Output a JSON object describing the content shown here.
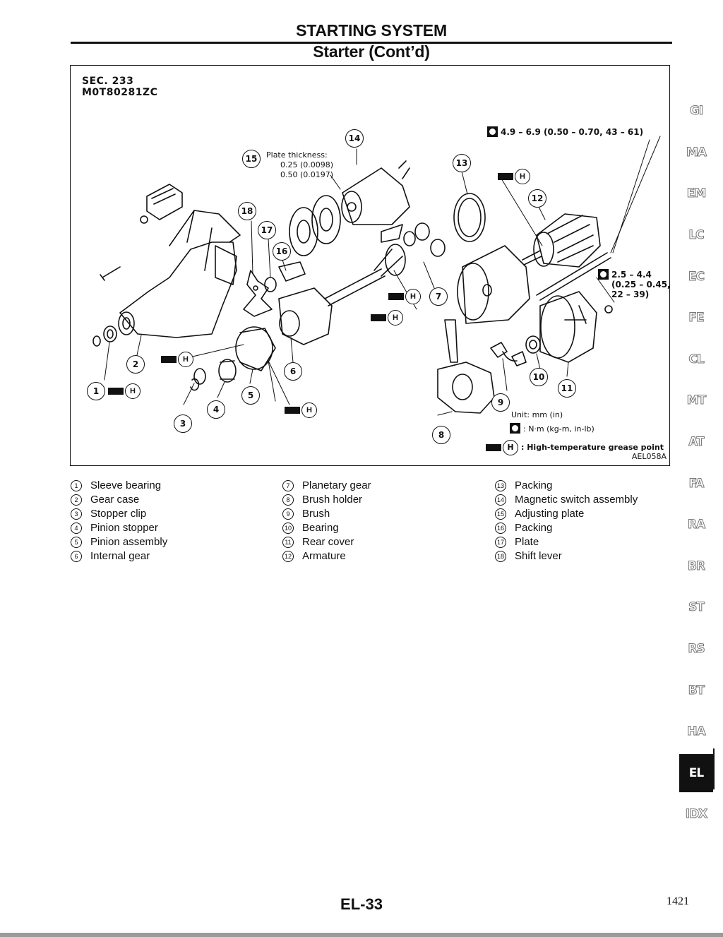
{
  "header": {
    "title": "STARTING SYSTEM",
    "subtitle": "Starter (Cont’d)"
  },
  "figure": {
    "section": "SEC. 233",
    "part_code": "M0T80281ZC",
    "plate_thickness_label": "Plate thickness:",
    "plate_thickness_1": "0.25 (0.0098)",
    "plate_thickness_2": "0.50 (0.0197)",
    "torque_top": "4.9 – 6.9 (0.50 – 0.70, 43 – 61)",
    "torque_side_1": "2.5 – 4.4",
    "torque_side_2": "(0.25 – 0.45,",
    "torque_side_3": "22 – 39)",
    "unit_label": "Unit: mm (in)",
    "torque_unit": ": N·m (kg-m, in-lb)",
    "grease_label": ": High-temperature grease point",
    "figure_code": "AEL058A",
    "grease_mark": "H",
    "callout_numbers": [
      "1",
      "2",
      "3",
      "4",
      "5",
      "6",
      "7",
      "8",
      "9",
      "10",
      "11",
      "12",
      "13",
      "14",
      "15",
      "16",
      "17",
      "18"
    ]
  },
  "legend": {
    "col1": [
      {
        "num": "1",
        "label": "Sleeve bearing"
      },
      {
        "num": "2",
        "label": "Gear case"
      },
      {
        "num": "3",
        "label": "Stopper clip"
      },
      {
        "num": "4",
        "label": "Pinion stopper"
      },
      {
        "num": "5",
        "label": "Pinion assembly"
      },
      {
        "num": "6",
        "label": "Internal gear"
      }
    ],
    "col2": [
      {
        "num": "7",
        "label": "Planetary gear"
      },
      {
        "num": "8",
        "label": "Brush holder"
      },
      {
        "num": "9",
        "label": "Brush"
      },
      {
        "num": "10",
        "label": "Bearing"
      },
      {
        "num": "11",
        "label": "Rear cover"
      },
      {
        "num": "12",
        "label": "Armature"
      }
    ],
    "col3": [
      {
        "num": "13",
        "label": "Packing"
      },
      {
        "num": "14",
        "label": "Magnetic switch assembly"
      },
      {
        "num": "15",
        "label": "Adjusting plate"
      },
      {
        "num": "16",
        "label": "Packing"
      },
      {
        "num": "17",
        "label": "Plate"
      },
      {
        "num": "18",
        "label": "Shift lever"
      }
    ]
  },
  "side_tabs": [
    "GI",
    "MA",
    "EM",
    "LC",
    "EC",
    "FE",
    "CL",
    "MT",
    "AT",
    "FA",
    "RA",
    "BR",
    "ST",
    "RS",
    "BT",
    "HA",
    "EL",
    "IDX"
  ],
  "active_tab": "EL",
  "footer": {
    "page_id": "EL-33",
    "page_number": "1421"
  }
}
